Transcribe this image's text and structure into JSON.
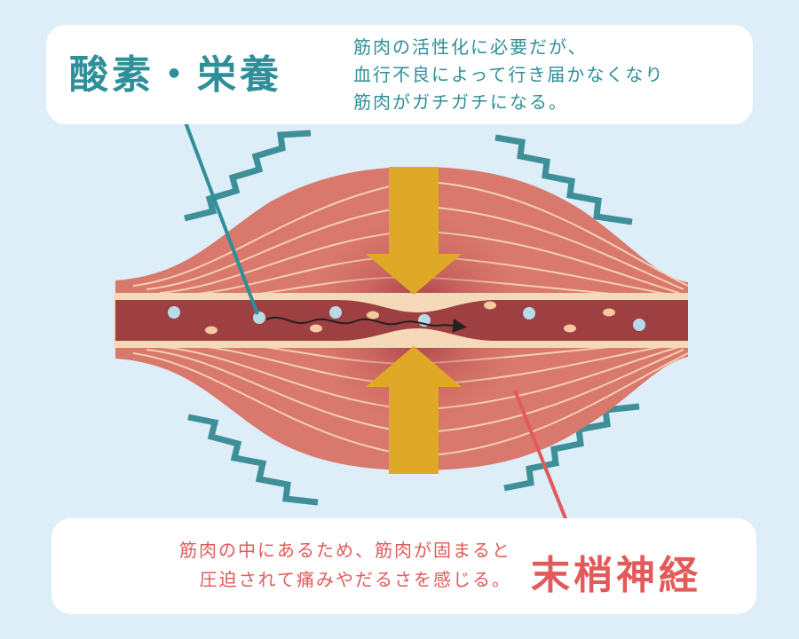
{
  "top": {
    "title": "酸素・栄養",
    "lines": [
      "筋肉の活性化に必要だが、",
      "血行不良によって行き届かなくなり",
      "筋肉がガチガチになる。"
    ]
  },
  "bottom": {
    "title": "末梢神経",
    "lines": [
      "筋肉の中にあるため、筋肉が固まると",
      "圧迫されて痛みやだるさを感じる。"
    ]
  },
  "colors": {
    "background": "#ddeef8",
    "teal": "#2f8f98",
    "red": "#e25a5a",
    "muscle": "#d9786c",
    "vessel": "#9e3f42",
    "arrow": "#e0a827",
    "oxygen": "#b9dbe8",
    "nutrient": "#f7c9a0"
  }
}
